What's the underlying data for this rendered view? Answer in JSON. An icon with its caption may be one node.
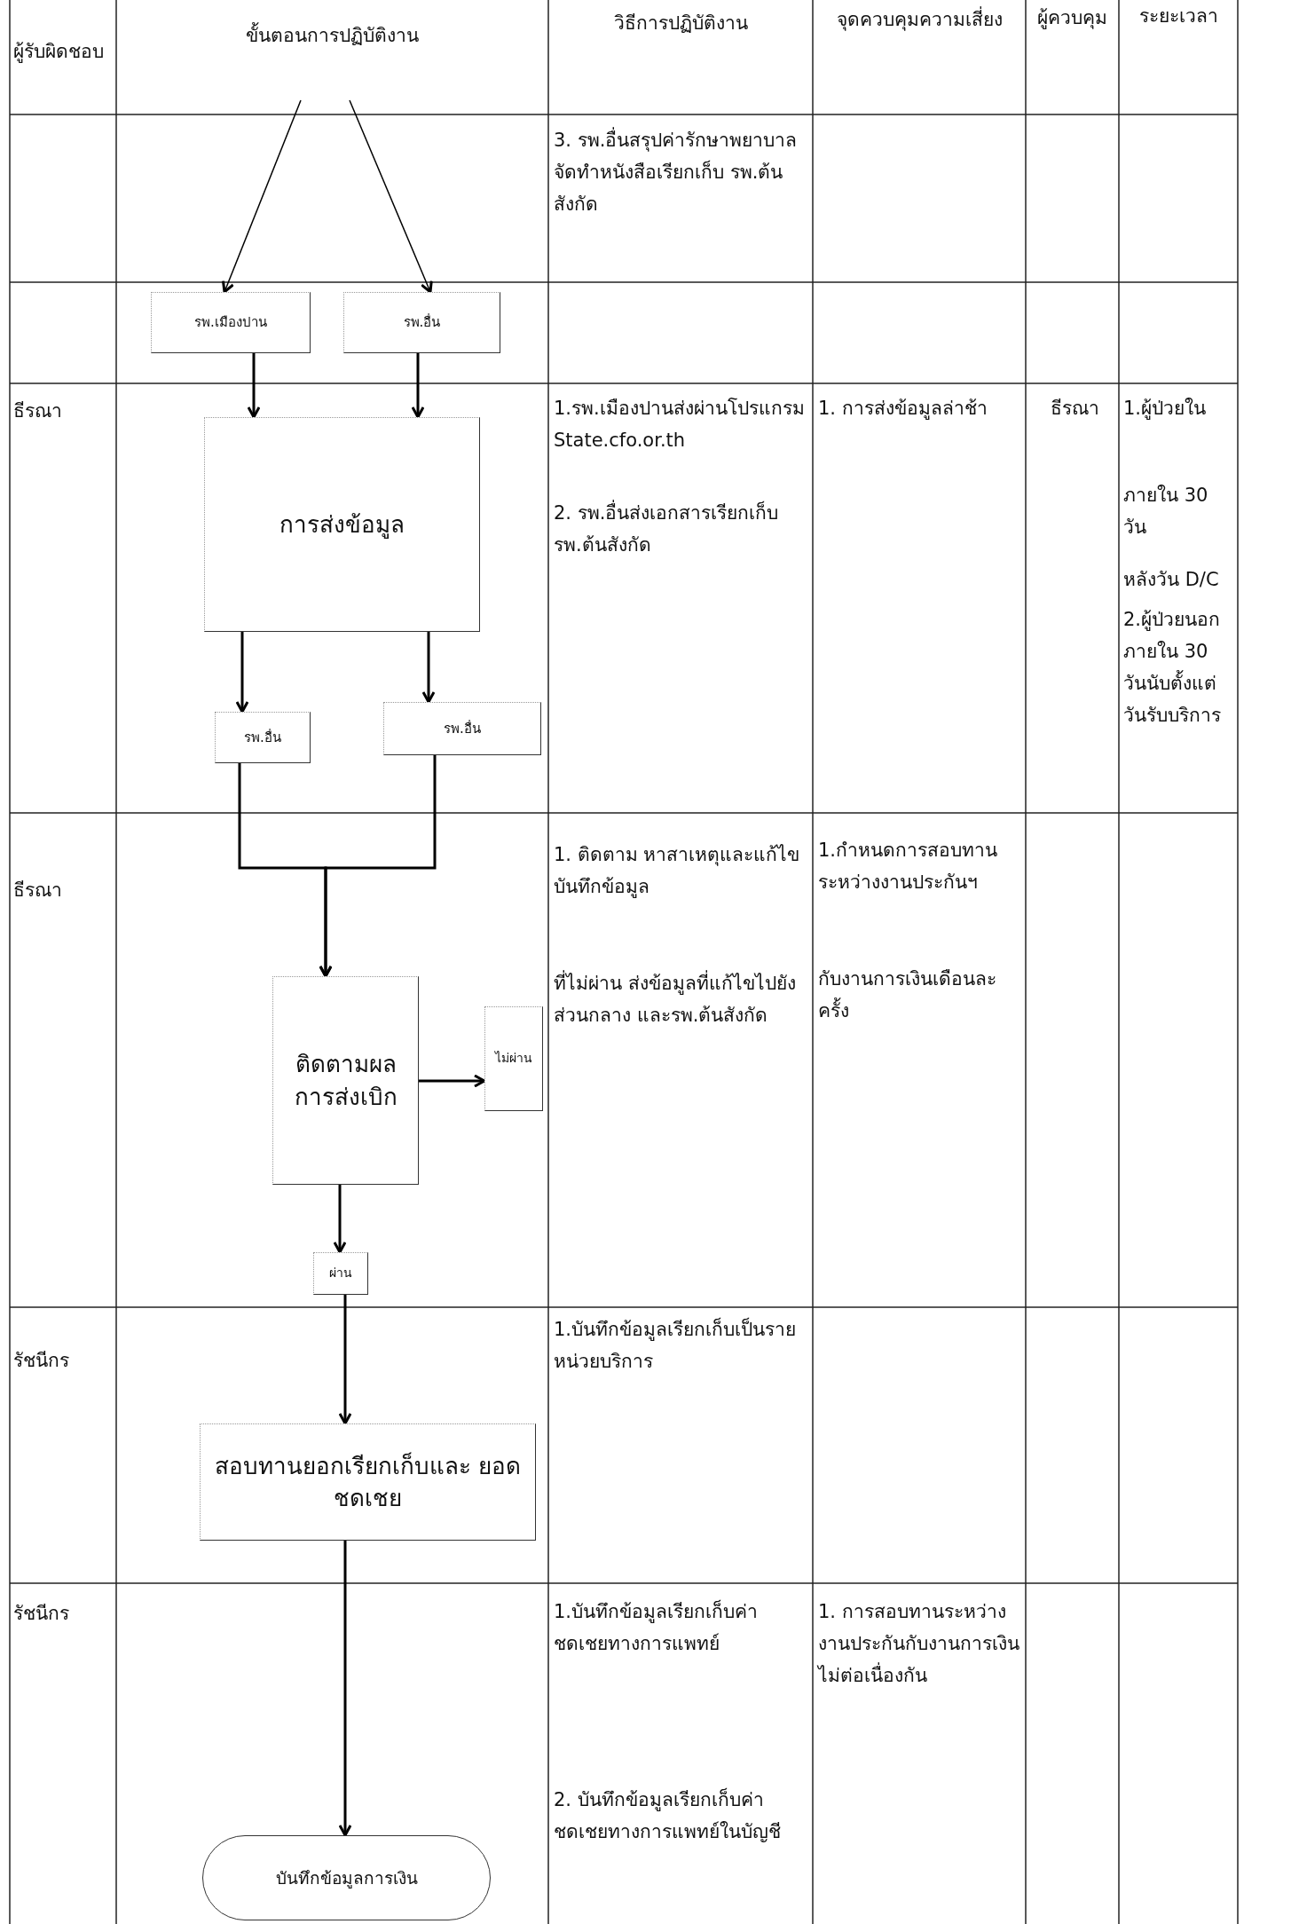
{
  "diagram": {
    "nodes": [
      {
        "text": [
          "รพ.เมืองปาน"
        ]
      },
      {
        "text": [
          "รพ.อื่น"
        ]
      },
      {
        "text": [
          "การส่งข้อมูล"
        ]
      },
      {
        "text": [
          "รพ.อื่น"
        ]
      },
      {
        "text": [
          "รพ.อื่น"
        ]
      },
      {
        "text": [
          "ติดตามผล การส่งเบิก"
        ]
      },
      {
        "text": [
          "ไม่ผ่าน"
        ]
      },
      {
        "text": [
          "ผ่าน"
        ]
      },
      {
        "text": [
          "สอบทานยอกเรียกเก็บและ ยอดชดเชย"
        ]
      },
      {
        "text": [
          "บันทึกข้อมูลการเงิน"
        ]
      }
    ],
    "edges": [
      {
        "from": null,
        "to": 0,
        "arrow": "to"
      },
      {
        "from": null,
        "to": 1,
        "arrow": "to"
      },
      {
        "from": 0,
        "to": 2,
        "arrow": "to"
      },
      {
        "from": 1,
        "to": 2,
        "arrow": "to"
      },
      {
        "from": 2,
        "to": 3,
        "arrow": "to"
      },
      {
        "from": 2,
        "to": 4,
        "arrow": "to"
      },
      {
        "from": 3,
        "to": 5,
        "arrow": "to"
      },
      {
        "from": 4,
        "to": 5,
        "arrow": "to"
      },
      {
        "from": 5,
        "to": 6,
        "arrow": "to"
      },
      {
        "from": 5,
        "to": 7,
        "arrow": "to"
      },
      {
        "from": 7,
        "to": 8,
        "arrow": "to"
      },
      {
        "from": 8,
        "to": 9,
        "arrow": "to"
      }
    ],
    "labels": [
      "ผู้รับผิดชอบ",
      "ขั้นตอนการปฏิบัติงาน",
      "วิธีการปฏิบัติงาน",
      "จุดควบคุมความเสี่ยง",
      "ผู้ควบคุม",
      "ระยะเวลา",
      "3. รพ.อื่นสรุปค่ารักษาพยาบาล จัดทำหนังสือเรียกเก็บ รพ.ต้นสังกัด",
      "ธีรณา",
      "1.รพ.เมืองปานส่งผ่านโปรแกรม State.cfo.or.th",
      "2. รพ.อื่นส่งเอกสารเรียกเก็บ รพ.ต้นสังกัด",
      "1. การส่งข้อมูลล่าช้า",
      "ธีรณา",
      "1.ผู้ป่วยใน",
      "ภายใน 30 วัน",
      "หลังวัน D/C",
      "2.ผู้ป่วยนอกภายใน 30 วันนับตั้งแต่วันรับบริการ",
      "ธีรณา",
      "1. ติดตาม หาสาเหตุและแก้ไข บันทึกข้อมูล",
      "ที่ไม่ผ่าน ส่งข้อมูลที่แก้ไขไปยังส่วนกลาง และรพ.ต้นสังกัด",
      "1.กำหนดการสอบทานระหว่างงานประกันฯ",
      "กับงานการเงินเดือนละครั้ง",
      "รัชนีกร",
      "1.บันทึกข้อมูลเรียกเก็บเป็นรายหน่วยบริการ",
      "รัชนีกร",
      "1.บันทึกข้อมูลเรียกเก็บค่าชดเชยทางการแพทย์",
      "2. บันทึกข้อมูลเรียกเก็บค่าชดเชยทางการแพทย์ในบัญชี",
      "1. การสอบทานระหว่างงานประกันกับงานการเงินไม่ต่อเนื่องกัน"
    ]
  }
}
